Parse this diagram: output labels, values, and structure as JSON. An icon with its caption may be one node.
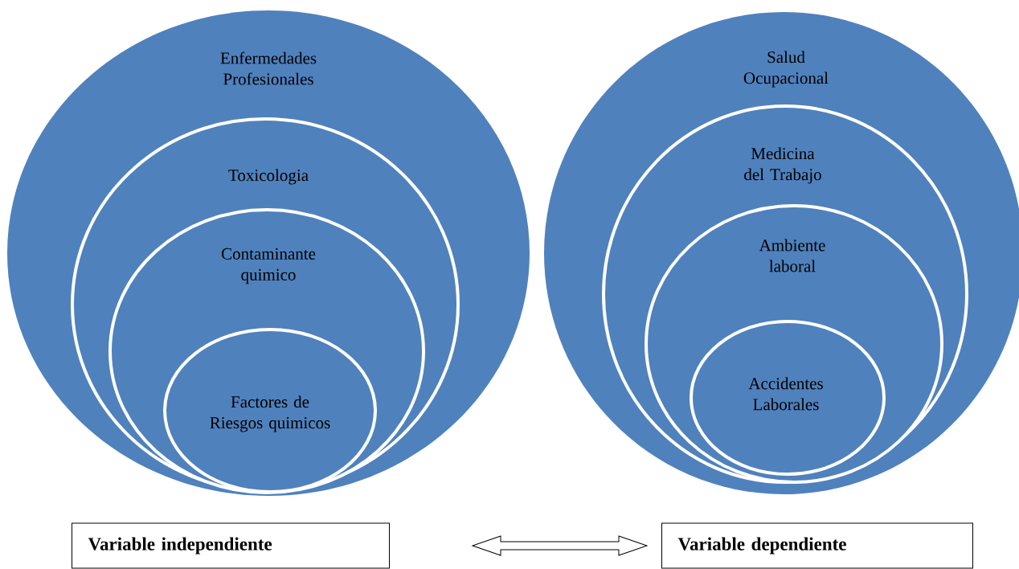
{
  "diagram": {
    "nodes": [
      {
        "text": [
          "Enfermedades Profesionales"
        ]
      },
      {
        "text": [
          "Toxicologia"
        ],
        "in": 0
      },
      {
        "text": [
          "Contaminante quimico"
        ],
        "in": 1
      },
      {
        "text": [
          "Factores de Riesgos quimicos"
        ],
        "in": 2
      },
      {
        "text": [
          "Salud Ocupacional"
        ]
      },
      {
        "text": [
          "Medicina del Trabajo"
        ],
        "in": 4
      },
      {
        "text": [
          "Ambiente laboral"
        ],
        "in": 5
      },
      {
        "text": [
          "Accidentes Laborales"
        ],
        "in": 6
      },
      {
        "text": [
          "Variable independiente"
        ]
      },
      {
        "text": [
          "Variable dependiente"
        ]
      }
    ],
    "edges": [
      {
        "from": 8,
        "to": 9,
        "arrow": "both"
      }
    ]
  }
}
